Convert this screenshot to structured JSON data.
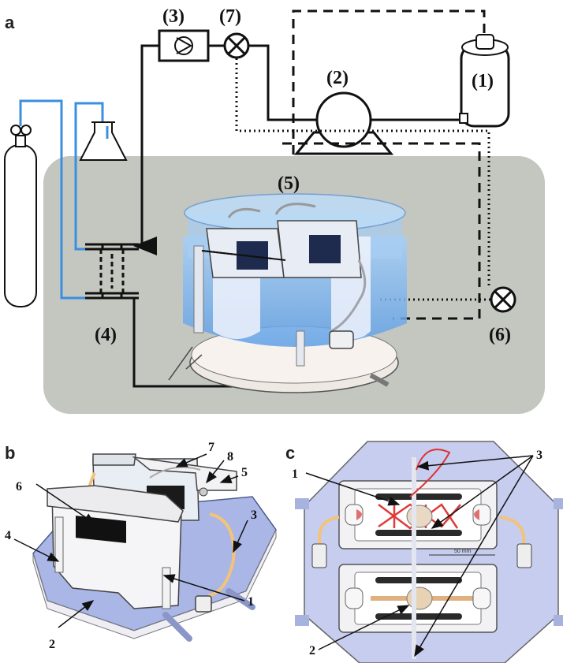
{
  "panel_a": {
    "letter": "a",
    "labels": {
      "l1": "(1)",
      "l2": "(2)",
      "l3": "(3)",
      "l4": "(4)",
      "l5": "(5)",
      "l6": "(6)",
      "l7": "(7)"
    }
  },
  "panel_b": {
    "letter": "b",
    "labels": {
      "n1": "1",
      "n2": "2",
      "n3": "3",
      "n4": "4",
      "n5": "5",
      "n6": "6",
      "n7": "7",
      "n8": "8"
    }
  },
  "panel_c": {
    "letter": "c",
    "labels": {
      "n1": "1",
      "n2": "2",
      "n3": "3"
    },
    "scale_bar": "50 mm"
  },
  "colors": {
    "gas_line": "#3b8fe0",
    "incubator": "#c4c6c0",
    "water": "#7ab4ee",
    "vessel": "#f4f4f6",
    "base": "#a9b6e6",
    "scaffold": "#e03a3a",
    "tubing": "#f2c37a"
  }
}
